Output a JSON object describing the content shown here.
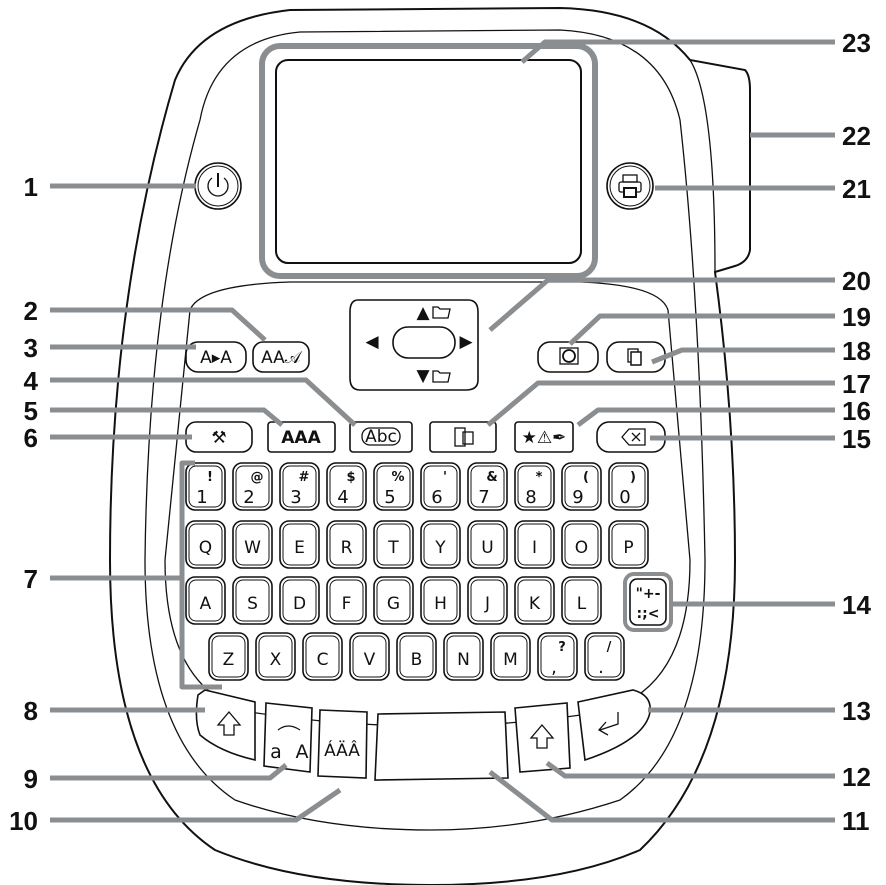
{
  "callouts": {
    "left": [
      "1",
      "2",
      "3",
      "4",
      "5",
      "6",
      "7",
      "8",
      "9",
      "10"
    ],
    "right": [
      "23",
      "22",
      "21",
      "20",
      "19",
      "18",
      "17",
      "16",
      "15",
      "14",
      "13",
      "12",
      "11"
    ]
  },
  "keys": {
    "digits": [
      {
        "main": "1",
        "shift": "!"
      },
      {
        "main": "2",
        "shift": "@"
      },
      {
        "main": "3",
        "shift": "#"
      },
      {
        "main": "4",
        "shift": "$"
      },
      {
        "main": "5",
        "shift": "%"
      },
      {
        "main": "6",
        "shift": "'"
      },
      {
        "main": "7",
        "shift": "&"
      },
      {
        "main": "8",
        "shift": "*"
      },
      {
        "main": "9",
        "shift": "("
      },
      {
        "main": "0",
        "shift": ")"
      }
    ],
    "row_q": [
      "Q",
      "W",
      "E",
      "R",
      "T",
      "Y",
      "U",
      "I",
      "O",
      "P"
    ],
    "row_a": [
      "A",
      "S",
      "D",
      "F",
      "G",
      "H",
      "J",
      "K",
      "L"
    ],
    "row_z": [
      {
        "main": "Z",
        "shift": ""
      },
      {
        "main": "X",
        "shift": ""
      },
      {
        "main": "C",
        "shift": ""
      },
      {
        "main": "V",
        "shift": ""
      },
      {
        "main": "B",
        "shift": ""
      },
      {
        "main": "N",
        "shift": ""
      },
      {
        "main": "M",
        "shift": ""
      },
      {
        "main": ",",
        "shift": "?"
      },
      {
        "main": ".",
        "shift": "/"
      }
    ],
    "symbol_key": {
      "top": "\"+-",
      "bottom": ":;<"
    }
  },
  "buttons": {
    "size": "A▸A",
    "font": "AA𝒜",
    "frame": "Abc",
    "style": "AAA",
    "accent": "ÁÄÂ",
    "case_lower": "a",
    "case_upper": "A",
    "symbols": "★⚠✒",
    "icons": {
      "power": "power-icon",
      "print": "printer-icon",
      "settings": "tools-icon",
      "backspace": "backspace-icon",
      "preview": "preview-icon",
      "copies": "copies-icon",
      "label_length": "label-icon",
      "shift": "shift-arrow-icon",
      "enter": "enter-icon",
      "nav_up": "up-arrow-folder-icon",
      "nav_down": "down-arrow-folder-icon"
    }
  },
  "colors": {
    "leader": "#8b8e91",
    "outline": "#111111"
  }
}
